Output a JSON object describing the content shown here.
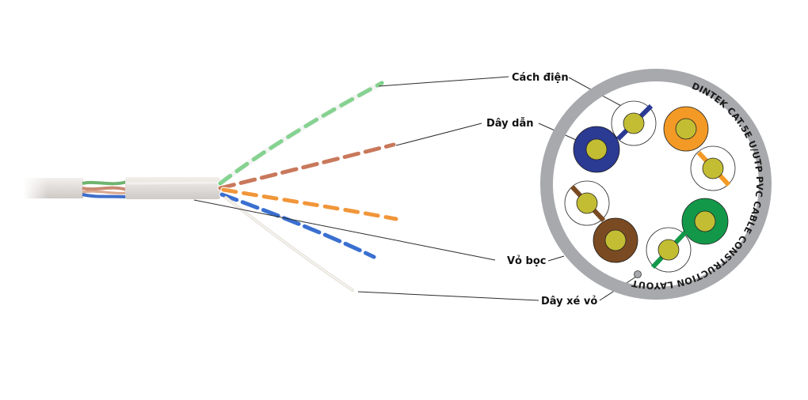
{
  "diagram": {
    "labels": {
      "insulation": "Cách điện",
      "conductor": "Dây dẫn",
      "jacket": "Vỏ bọc",
      "ripcord": "Dây xé vỏ"
    },
    "ring_text": "DINTEK CAT.5E U/UTP PVC CABLE CONSTRUCTION LAYOUT",
    "colors": {
      "jacket_ring": "#a7a9ac",
      "conductor": "#c3bd34",
      "blue": "#2b3a93",
      "orange": "#f39a26",
      "green": "#13984a",
      "brown": "#7a4a22",
      "white_insulation": "#ffffff",
      "ripcord": "#a7a9ac",
      "cable_jacket": "#e4e0dc"
    },
    "cross_section_pairs": [
      {
        "name": "blue",
        "solid": "blue",
        "stripe": "blue"
      },
      {
        "name": "orange",
        "solid": "orange",
        "stripe": "orange"
      },
      {
        "name": "green",
        "solid": "green",
        "stripe": "green"
      },
      {
        "name": "brown",
        "solid": "brown",
        "stripe": "brown"
      }
    ],
    "cable_pairs": [
      "green",
      "brown",
      "orange",
      "blue"
    ]
  }
}
